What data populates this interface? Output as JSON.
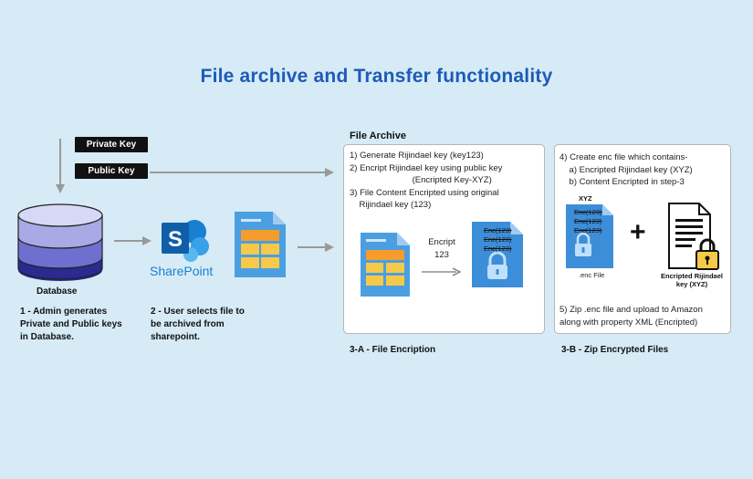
{
  "title": "File archive and Transfer functionality",
  "keys": {
    "private": "Private Key",
    "public": "Public Key"
  },
  "database": {
    "label": "Database",
    "caption": [
      "1 - Admin generates",
      "Private and Public keys",
      "in Database."
    ]
  },
  "sharepoint": {
    "logo_text": "SharePoint",
    "caption": [
      "2 - User selects file to",
      "be archived from",
      "sharepoint."
    ]
  },
  "file_archive": {
    "heading": "File Archive",
    "steps": [
      "1) Generate Rijindael key (key123)",
      "2) Encript Rijindael key using public key",
      "                          (Encripted Key-XYZ)",
      "3) File Content Encripted using original",
      "    Rijindael key (123)"
    ],
    "arrow_label": [
      "Encript",
      "123"
    ],
    "enc_lines": [
      "Enc(123)",
      "Enc(123)",
      "Enc(123)"
    ],
    "caption": "3-A - File Encription"
  },
  "zip_panel": {
    "steps": [
      "4) Create enc file which contains-",
      "    a) Encripted Rijindael key (XYZ)",
      "    b) Content Encripted in step-3"
    ],
    "enc_key_label": "XYZ",
    "enc_lines": [
      "Enc(123)",
      "Enc(123)",
      "Enc(123)"
    ],
    "enc_file_label": ".enc File",
    "plus": "+",
    "key_doc_label": [
      "Encripted Rijindael",
      "key (XYZ)"
    ],
    "final_step": [
      "5) Zip .enc file and upload to Amazon",
      "along with property XML (Encripted)"
    ],
    "caption": "3-B - Zip Encrypted Files"
  },
  "colors": {
    "background": "#d6ebf6",
    "title": "#1e5bb8",
    "db_top": "#c9c9f2",
    "db_mid": "#6f6fd0",
    "db_bottom": "#2a2a90",
    "sharepoint": "#0f6fc6",
    "doc_blue": "#4b9fe1",
    "doc_yellow": "#f7c948",
    "doc_orange": "#f59c2c",
    "arrow": "#999999"
  },
  "icons": [
    "database-icon",
    "sharepoint-icon",
    "document-icon",
    "encrypted-file-icon",
    "lock-icon",
    "key-document-icon"
  ]
}
